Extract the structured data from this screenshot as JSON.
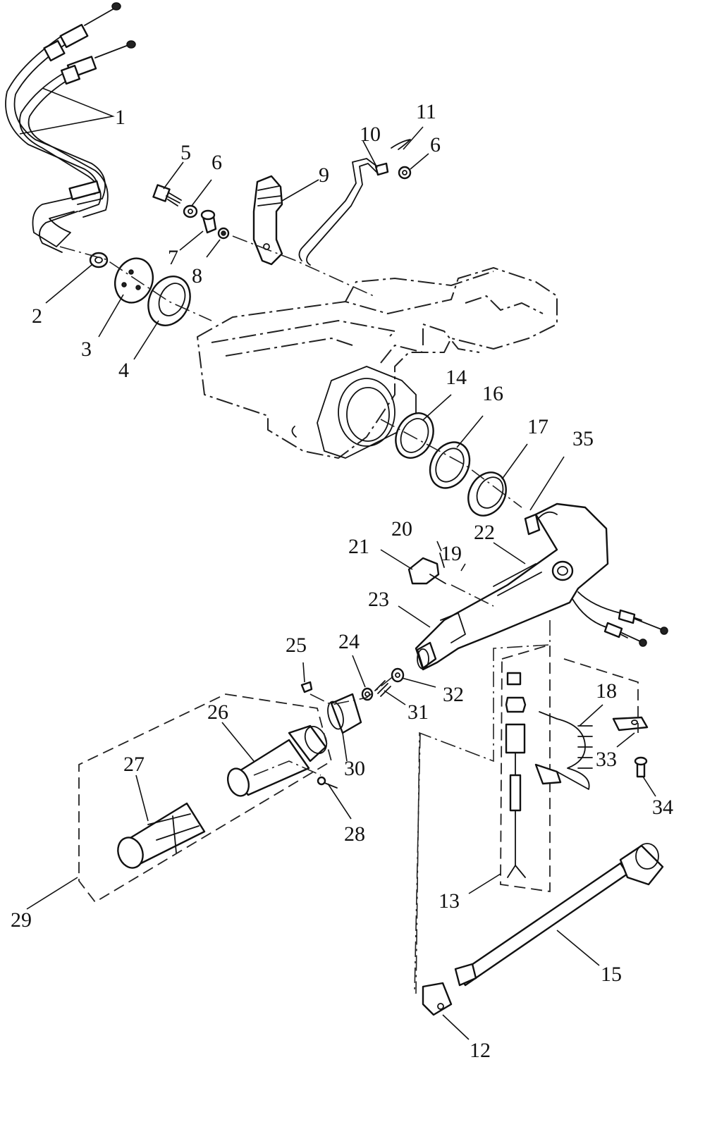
{
  "diagram": {
    "callouts": [
      "1",
      "2",
      "3",
      "4",
      "5",
      "6",
      "6",
      "7",
      "8",
      "9",
      "10",
      "11",
      "12",
      "13",
      "14",
      "15",
      "16",
      "17",
      "18",
      "19",
      "20",
      "21",
      "22",
      "23",
      "24",
      "25",
      "26",
      "27",
      "28",
      "29",
      "30",
      "31",
      "32",
      "33",
      "34",
      "35"
    ]
  },
  "colors": {
    "line": "#111111",
    "background": "#ffffff"
  }
}
